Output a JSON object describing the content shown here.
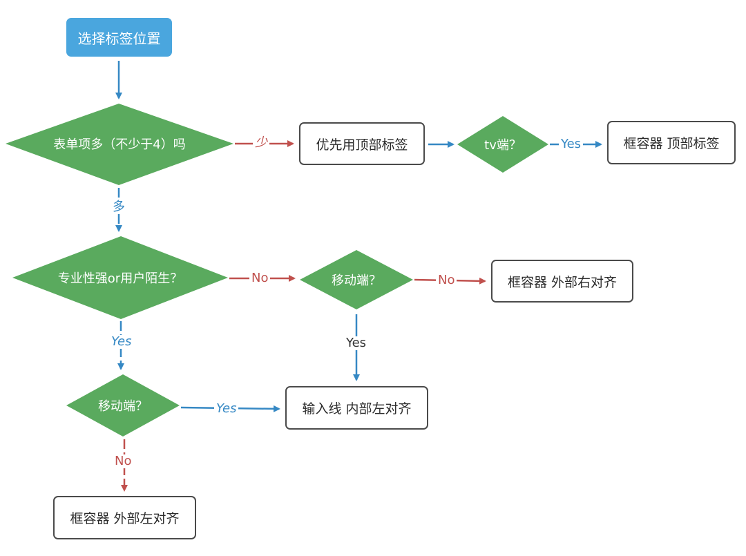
{
  "colors": {
    "start_fill": "#4aa6de",
    "decision_fill": "#5aaa5e",
    "red_arrow": "#c0504d",
    "blue_arrow": "#3588c4",
    "box_border": "#4a4a4a"
  },
  "nodes": {
    "start": "选择标签位置",
    "form_items": "表单项多（不少于4）吗",
    "top_label_pref": "优先用顶部标签",
    "tv": "tv端？",
    "box_top_label": "框容器 顶部标签",
    "professional": "专业性强or用户陌生？",
    "mobile_mid": "移动端？",
    "box_outer_right": "框容器 外部右对齐",
    "mobile_left": "移动端？",
    "input_line_inner_left": "输入线 内部左对齐",
    "box_outer_left": "框容器 外部左对齐"
  },
  "edges": {
    "few": "少",
    "many": "多",
    "tv_yes": "Yes",
    "prof_no": "No",
    "prof_yes": "Yes",
    "mobile_mid_no": "No",
    "mobile_mid_yes": "Yes",
    "mobile_left_yes": "Yes",
    "mobile_left_no": "No"
  }
}
